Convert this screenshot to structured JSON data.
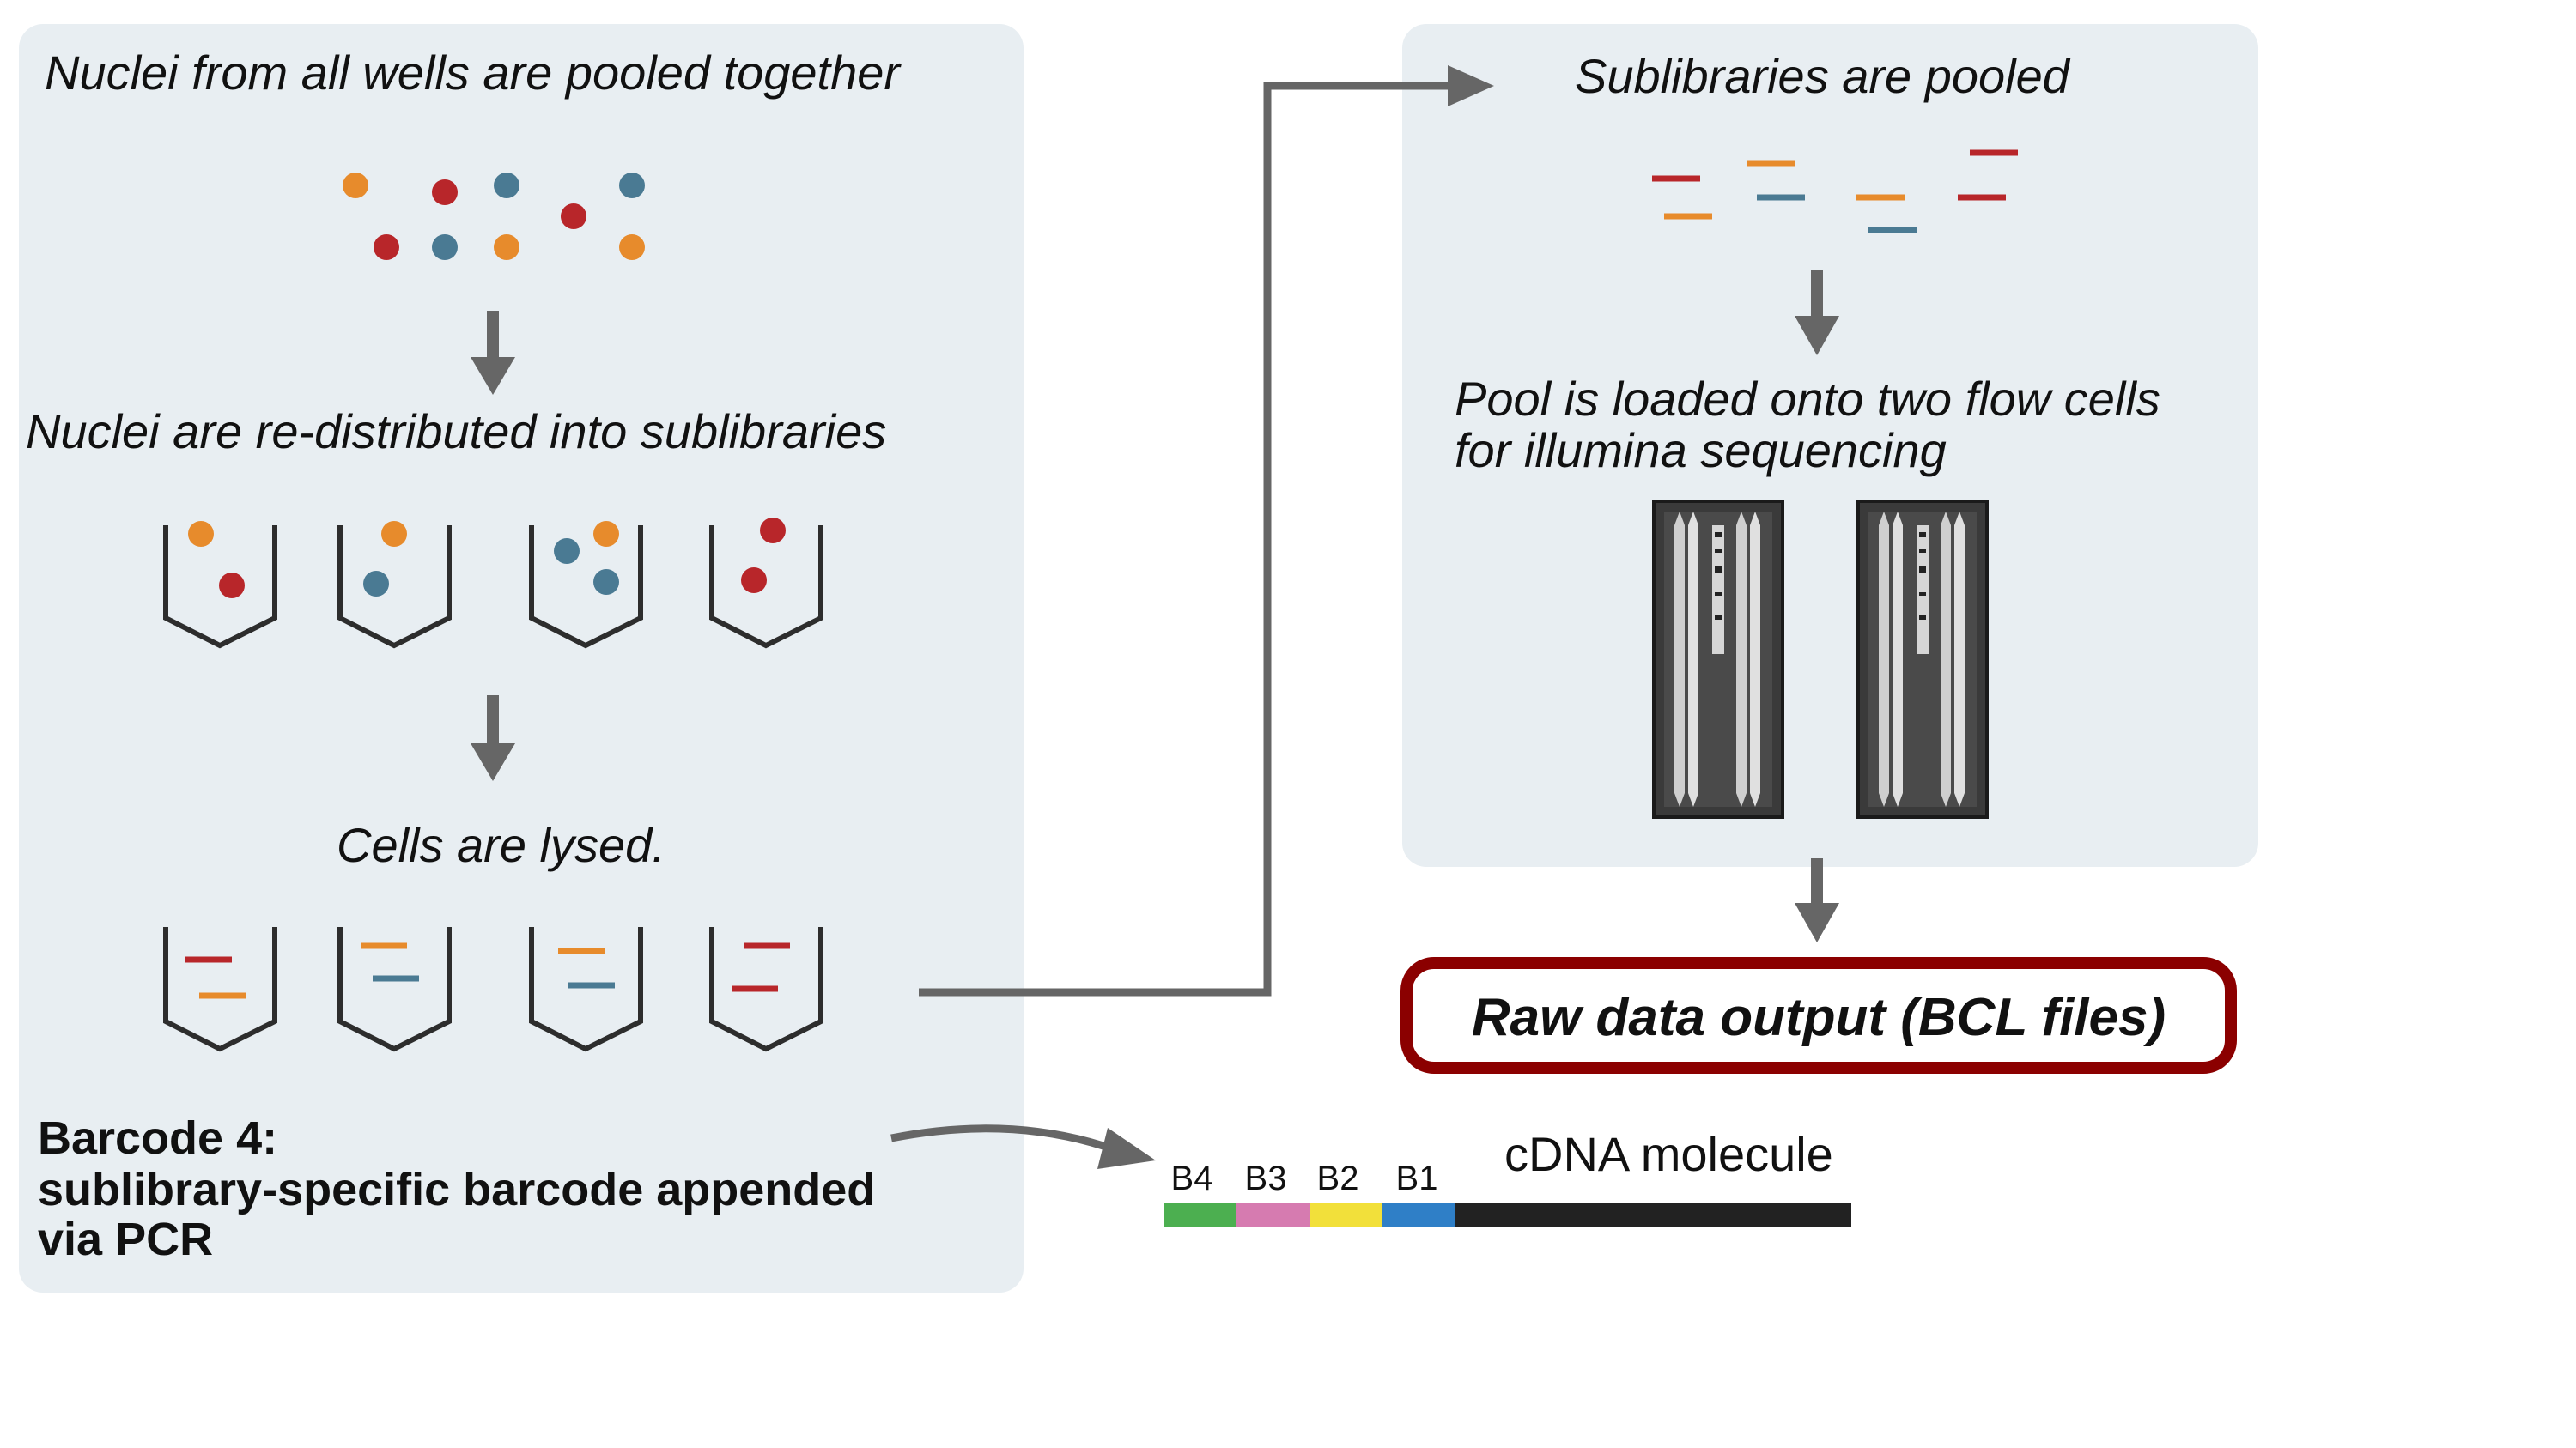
{
  "colors": {
    "panel": "#e8eef2",
    "arrow": "#666666",
    "orange": "#e78b2c",
    "red": "#b8262a",
    "blue": "#4a7a93",
    "well": "#2d2d2d",
    "flowcell": "#3c3c3c",
    "raw_border": "#8b0000",
    "b4": "#4caf50",
    "b3": "#d67bb0",
    "b2": "#f2e03a",
    "b1": "#2f7fc7",
    "cdna": "#222222"
  },
  "left_panel": {
    "step1": "Nuclei from all wells are pooled together",
    "step2": "Nuclei are re-distributed into sublibraries",
    "step3": "Cells are lysed.",
    "barcode_title": "Barcode 4:",
    "barcode_desc_1": "sublibrary-specific barcode appended",
    "barcode_desc_2": "via PCR"
  },
  "right_panel": {
    "step1": "Sublibraries are pooled",
    "step2_line1": "Pool is loaded onto two flow cells",
    "step2_line2": "for illumina sequencing"
  },
  "output": {
    "label": "Raw data output (BCL files)"
  },
  "molecule": {
    "label": "cDNA molecule",
    "segments": [
      "B4",
      "B3",
      "B2",
      "B1"
    ]
  }
}
